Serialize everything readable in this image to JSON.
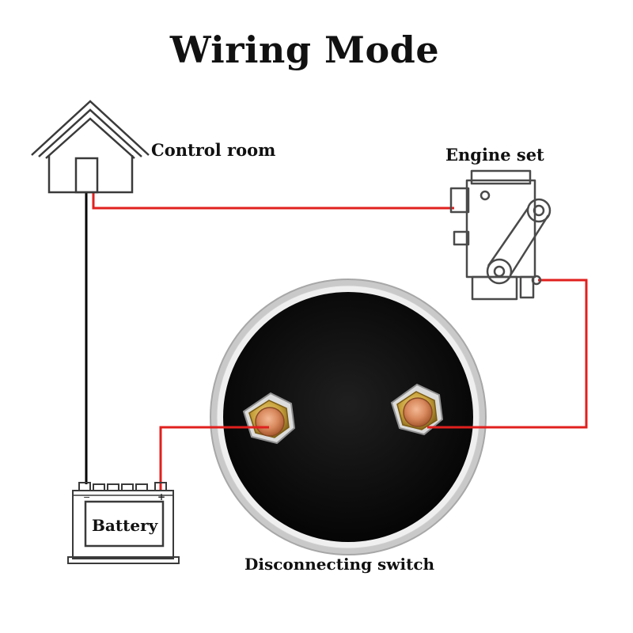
{
  "title": "Wiring Mode",
  "components": {
    "control_room": {
      "label": "Control room",
      "icon": "house-icon"
    },
    "engine_set": {
      "label": "Engine set",
      "icon": "engine-icon"
    },
    "battery": {
      "label": "Battery",
      "icon": "battery-icon",
      "terminals": [
        "−",
        "+"
      ]
    },
    "disconnecting_switch": {
      "label": "Disconnecting switch",
      "icon": "switch-icon"
    }
  },
  "connections": [
    {
      "from": "control_room",
      "to": "battery",
      "color": "#000000"
    },
    {
      "from": "control_room",
      "to": "engine_set",
      "color": "#e0201e"
    },
    {
      "from": "engine_set",
      "to": "disconnecting_switch",
      "color": "#e0201e"
    },
    {
      "from": "disconnecting_switch",
      "to": "battery",
      "color": "#e0201e"
    }
  ],
  "colors": {
    "wire_red": "#e0201e",
    "wire_black": "#000000",
    "switch_body": "#111111",
    "terminal_copper": "#d98a5e",
    "terminal_brass": "#c8a23c"
  }
}
